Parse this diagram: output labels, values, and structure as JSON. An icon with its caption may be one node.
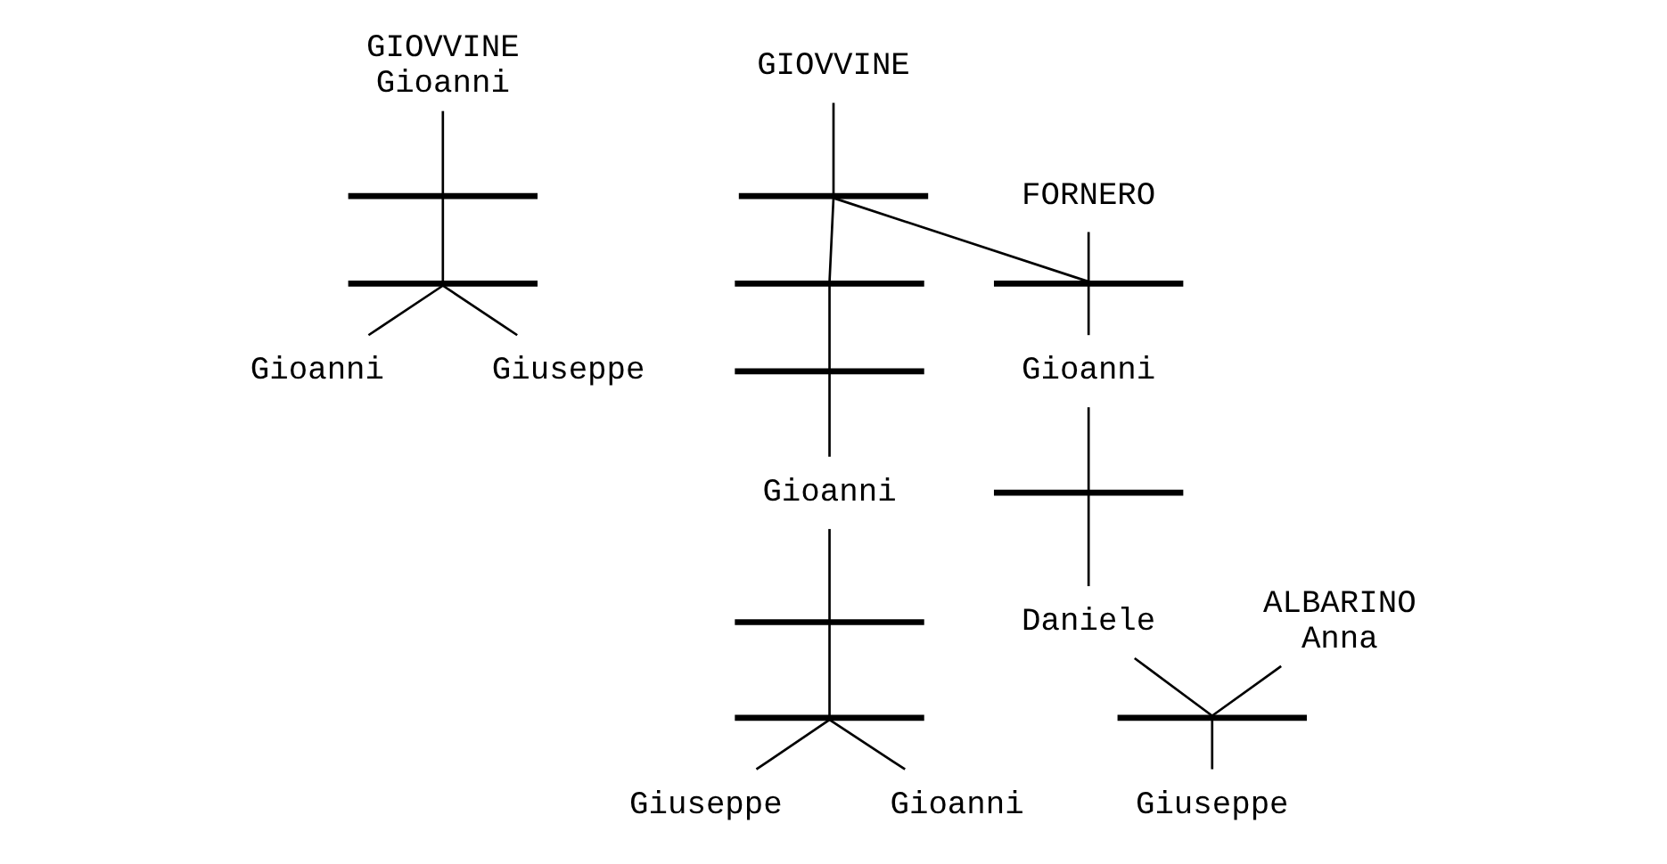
{
  "diagram": {
    "nodes": [
      {
        "text": [
          "GIOVVINE",
          "Gioanni"
        ]
      },
      {
        "text": [],
        "shape": "bar"
      },
      {
        "text": [],
        "shape": "bar"
      },
      {
        "text": [
          "Gioanni"
        ]
      },
      {
        "text": [
          "Giuseppe"
        ]
      },
      {
        "text": [
          "GIOVVINE"
        ]
      },
      {
        "text": [],
        "shape": "bar"
      },
      {
        "text": [],
        "shape": "bar"
      },
      {
        "text": [],
        "shape": "bar"
      },
      {
        "text": [
          "Gioanni"
        ]
      },
      {
        "text": [],
        "shape": "bar"
      },
      {
        "text": [],
        "shape": "bar"
      },
      {
        "text": [
          "Giuseppe"
        ]
      },
      {
        "text": [
          "Gioanni"
        ]
      },
      {
        "text": [
          "FORNERO"
        ]
      },
      {
        "text": [],
        "shape": "bar"
      },
      {
        "text": [
          "Gioanni"
        ]
      },
      {
        "text": [],
        "shape": "bar"
      },
      {
        "text": [
          "Daniele"
        ]
      },
      {
        "text": [
          "ALBARINO",
          "Anna"
        ]
      },
      {
        "text": [],
        "shape": "bar"
      },
      {
        "text": [
          "Giuseppe"
        ]
      }
    ],
    "edges": [
      {
        "from": 0,
        "to": 1,
        "arrow": "none"
      },
      {
        "from": 1,
        "to": 2,
        "arrow": "none"
      },
      {
        "from": 2,
        "to": 3,
        "arrow": "none"
      },
      {
        "from": 2,
        "to": 4,
        "arrow": "none"
      },
      {
        "from": 5,
        "to": 6,
        "arrow": "none"
      },
      {
        "from": 6,
        "to": 7,
        "arrow": "none"
      },
      {
        "from": 7,
        "to": 8,
        "arrow": "none"
      },
      {
        "from": 8,
        "to": 9,
        "arrow": "none"
      },
      {
        "from": 9,
        "to": 10,
        "arrow": "none"
      },
      {
        "from": 10,
        "to": 11,
        "arrow": "none"
      },
      {
        "from": 11,
        "to": 12,
        "arrow": "none"
      },
      {
        "from": 11,
        "to": 13,
        "arrow": "none"
      },
      {
        "from": 6,
        "to": 15,
        "arrow": "none"
      },
      {
        "from": 14,
        "to": 15,
        "arrow": "none"
      },
      {
        "from": 15,
        "to": 16,
        "arrow": "none"
      },
      {
        "from": 16,
        "to": 17,
        "arrow": "none"
      },
      {
        "from": 17,
        "to": 18,
        "arrow": "none"
      },
      {
        "from": 18,
        "to": 20,
        "arrow": "none"
      },
      {
        "from": 19,
        "to": 20,
        "arrow": "none"
      },
      {
        "from": 20,
        "to": 21,
        "arrow": "none"
      }
    ]
  }
}
